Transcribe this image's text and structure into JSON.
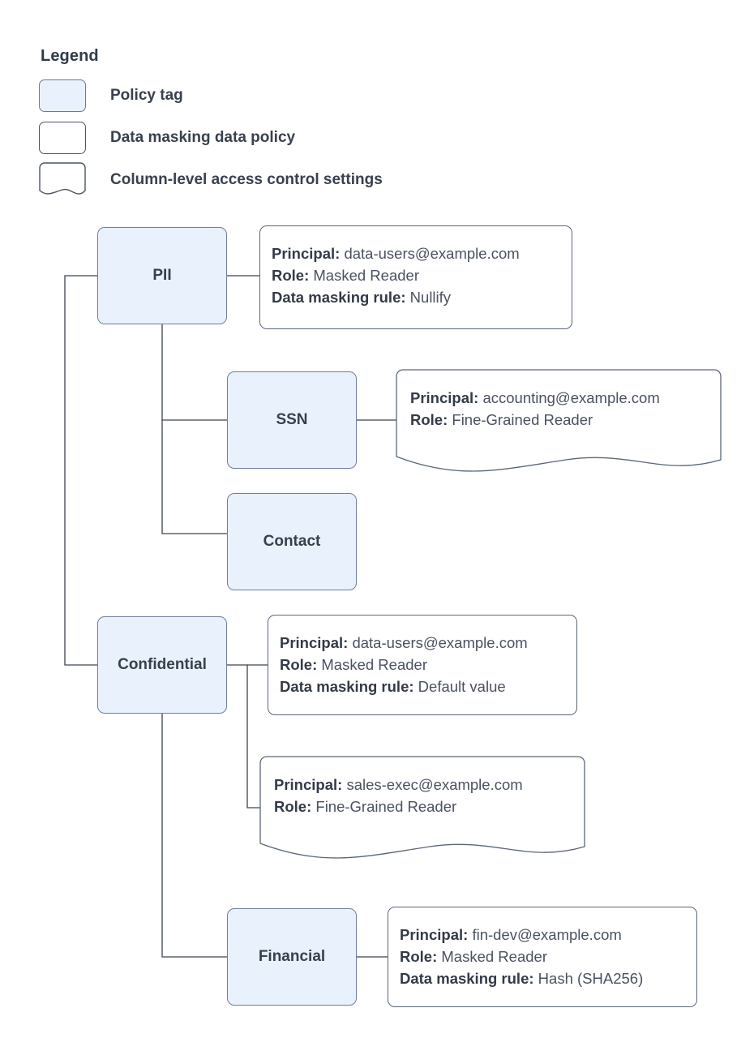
{
  "legend": {
    "title": "Legend",
    "items": [
      {
        "swatch": "policy-tag-swatch",
        "label": "Policy tag"
      },
      {
        "swatch": "data-masking-policy-swatch",
        "label": "Data masking data policy"
      },
      {
        "swatch": "column-access-control-swatch",
        "label": "Column-level access control settings"
      }
    ]
  },
  "labels": {
    "principal": "Principal:",
    "role": "Role:",
    "masking_rule": "Data masking rule:"
  },
  "nodes": [
    {
      "id": "pii",
      "label": "PII"
    },
    {
      "id": "ssn",
      "label": "SSN"
    },
    {
      "id": "contact",
      "label": "Contact"
    },
    {
      "id": "confidential",
      "label": "Confidential"
    },
    {
      "id": "financial",
      "label": "Financial"
    }
  ],
  "details": {
    "pii_policy": {
      "principal": "data-users@example.com",
      "role": "Masked Reader",
      "masking_rule": "Nullify"
    },
    "ssn_access": {
      "principal": "accounting@example.com",
      "role": "Fine-Grained Reader"
    },
    "confidential_policy": {
      "principal": "data-users@example.com",
      "role": "Masked Reader",
      "masking_rule": "Default value"
    },
    "confidential_access": {
      "principal": "sales-exec@example.com",
      "role": "Fine-Grained Reader"
    },
    "financial_policy": {
      "principal": "fin-dev@example.com",
      "role": "Masked Reader",
      "masking_rule": "Hash (SHA256)"
    }
  },
  "colors": {
    "tag_fill": "#e9f1fd",
    "tag_stroke": "#6f7f97",
    "box_stroke": "#5a6678",
    "text": "#38404d",
    "connector": "#3c4450",
    "background": "#ffffff"
  }
}
